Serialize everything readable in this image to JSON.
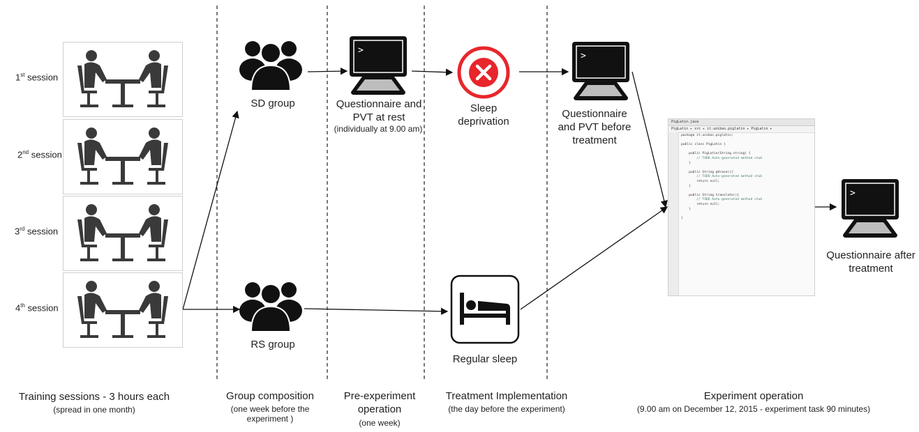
{
  "training": {
    "sessions": [
      {
        "num": "1",
        "sup": "st",
        "label": "session"
      },
      {
        "num": "2",
        "sup": "nd",
        "label": "session"
      },
      {
        "num": "3",
        "sup": "rd",
        "label": "session"
      },
      {
        "num": "4",
        "sup": "th",
        "label": "session"
      }
    ]
  },
  "nodes": {
    "sd_group": "SD group",
    "rs_group": "RS group",
    "pvt_rest": "Questionnaire and PVT at rest",
    "pvt_rest_note": "(individually at 9.00 am)",
    "sleep_dep": "Sleep deprivation",
    "regular_sleep": "Regular sleep",
    "pvt_before": "Questionnaire and PVT before treatment",
    "after": "Questionnaire after treatment",
    "terminal_prompt": ">"
  },
  "code_window": {
    "tab": "PigLatin.java",
    "breadcrumb": "PigLatin ▸ src ▸ it.unibas.piglatin ▸ PigLatin ▸",
    "lines": [
      "package it.unibas.piglatin;",
      "",
      "public class PigLatin {",
      "",
      "    public PigLatin(String string) {",
      "        // TODO Auto-generated method stub",
      "    }",
      "",
      "    public String pHrase(){",
      "        // TODO Auto-generated method stub",
      "        return null;",
      "    }",
      "",
      "    public String translate(){",
      "        // TODO Auto-generated method stub",
      "        return null;",
      "    }",
      "",
      "}"
    ]
  },
  "phases": {
    "training": {
      "title": "Training sessions - 3 hours each",
      "sub": "(spread in one  month)"
    },
    "group": {
      "title": "Group composition",
      "sub": "(one week before the experiment )"
    },
    "pre": {
      "title": "Pre-experiment operation",
      "sub": "(one week)"
    },
    "treatment": {
      "title": "Treatment Implementation",
      "sub": "(the day before the experiment)"
    },
    "experiment": {
      "title": "Experiment operation",
      "sub": "(9.00 am on December 12, 2015 - experiment task 90  minutes)"
    }
  },
  "colors": {
    "accent_red": "#e8262b",
    "dark": "#111111",
    "screen_gray": "#bdbdbd"
  }
}
